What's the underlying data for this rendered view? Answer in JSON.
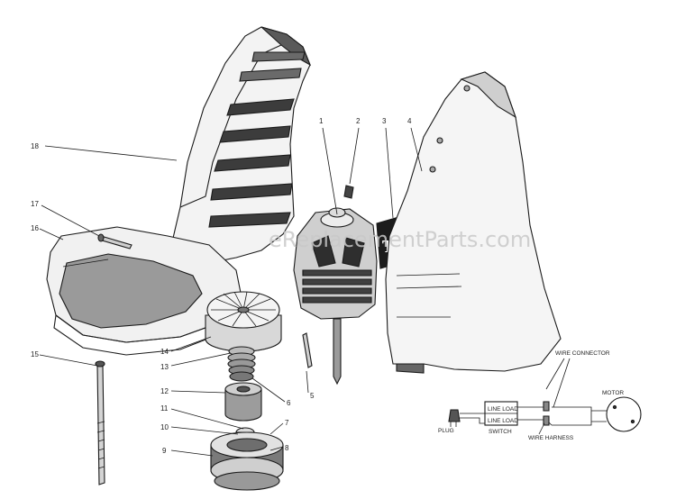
{
  "watermark": "eReplacementParts.com",
  "callouts": {
    "n1": "1",
    "n2": "2",
    "n3": "3",
    "n4": "4",
    "n5": "5",
    "n6": "6",
    "n7": "7",
    "n8": "8",
    "n9": "9",
    "n10": "10",
    "n11": "11",
    "n12": "12",
    "n13": "13",
    "n14": "14",
    "n15": "15",
    "n16": "16",
    "n17": "17",
    "n18": "18"
  },
  "decal_text": "To",
  "wiring": {
    "wire_connector": "WIRE CONNECTOR",
    "motor": "MOTOR",
    "line_load_top": "LINE LOAD",
    "line_load_bottom": "LINE LOAD",
    "switch": "SWITCH",
    "plug": "PLUG",
    "wire_harness": "WIRE HARNESS"
  }
}
